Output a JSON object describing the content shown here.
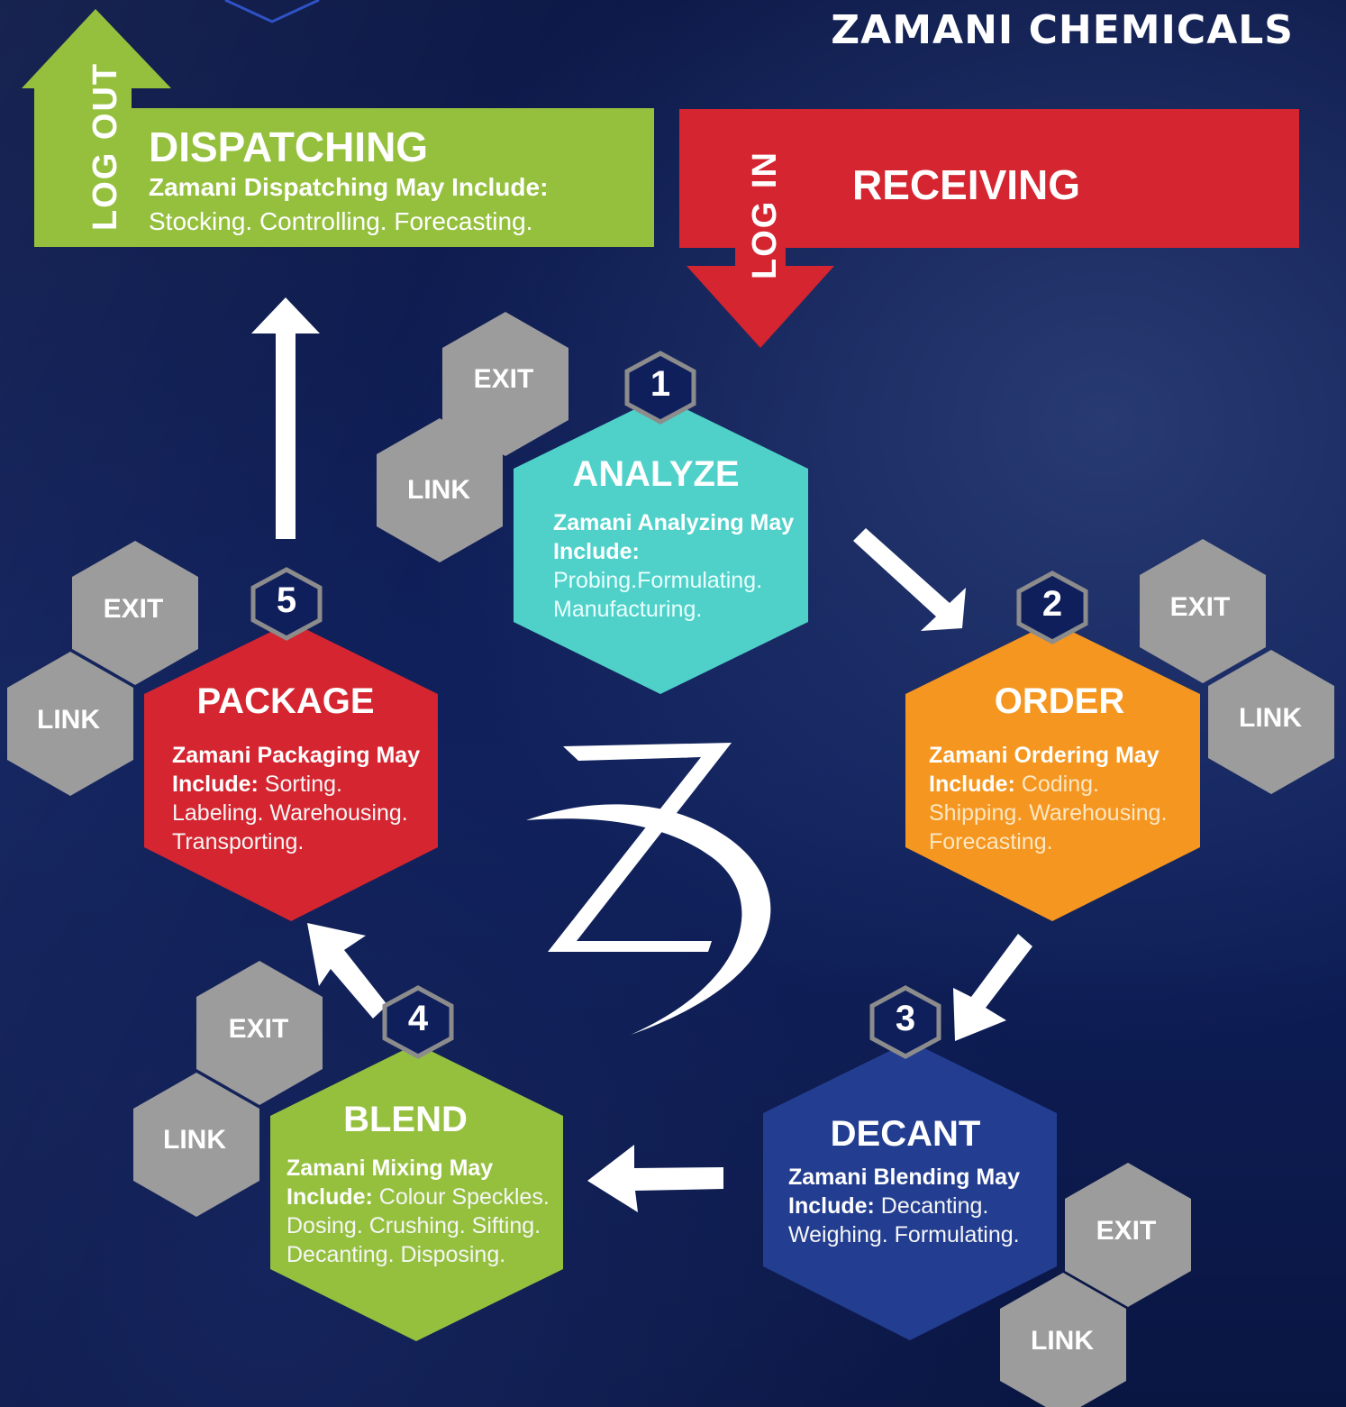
{
  "brand": "ZAMANI CHEMICALS",
  "dispatching": {
    "title": "DISPATCHING",
    "subtitle": "Zamani Dispatching May Include:",
    "body": "Stocking. Controlling. Forecasting.",
    "arrow_label": "LOG OUT",
    "color": "#95c03e"
  },
  "receiving": {
    "title": "RECEIVING",
    "arrow_label": "LOG IN",
    "color": "#d42530"
  },
  "steps": [
    {
      "number": "1",
      "title": "ANALYZE",
      "color": "#4fd1c9",
      "lead": "Zamani Analyzing May Include:",
      "items": "Probing.Formulating. Manufacturing.",
      "exit_label": "EXIT",
      "link_label": "LINK"
    },
    {
      "number": "2",
      "title": "ORDER",
      "color": "#f4961f",
      "lead": "Zamani Ordering May Include:",
      "items": "Coding. Shipping. Warehousing. Forecasting.",
      "exit_label": "EXIT",
      "link_label": "LINK"
    },
    {
      "number": "3",
      "title": "DECANT",
      "color": "#233e91",
      "lead": "Zamani Blending May Include:",
      "items": "Decanting. Weighing. Formulating.",
      "exit_label": "EXIT",
      "link_label": "LINK"
    },
    {
      "number": "4",
      "title": "BLEND",
      "color": "#95c03e",
      "lead": "Zamani Mixing May Include:",
      "items": "Colour Speckles. Dosing. Crushing. Sifting. Decanting. Disposing.",
      "exit_label": "EXIT",
      "link_label": "LINK"
    },
    {
      "number": "5",
      "title": "PACKAGE",
      "color": "#d42530",
      "lead": "Zamani Packaging May Include:",
      "items": "Sorting. Labeling. Warehousing. Transporting.",
      "exit_label": "EXIT",
      "link_label": "LINK"
    }
  ],
  "colors": {
    "background": "#0c1a4e",
    "hex_gray": "#9c9c9c",
    "badge_fill": "#0f1f5c",
    "badge_border": "#8c8c8c"
  },
  "icons": {
    "logo": "zamani-z-logo",
    "arrows": "white-flow-arrows"
  }
}
